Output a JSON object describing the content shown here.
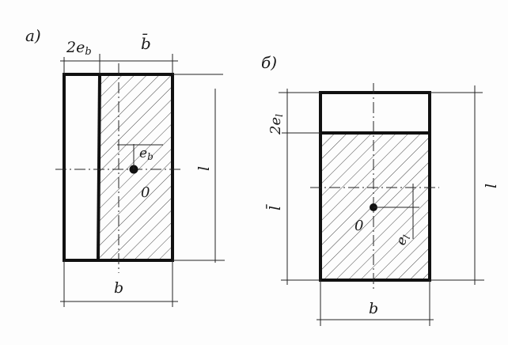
{
  "figure_a": {
    "label": "а)",
    "dim_top_left": "2e",
    "dim_top_left_sub": "b",
    "dim_top_right": "b̄",
    "eccentricity": "e",
    "eccentricity_sub": "b",
    "center": "0",
    "height": "l",
    "width": "b"
  },
  "figure_b": {
    "label": "б)",
    "dim_left_top": "2e",
    "dim_left_top_sub": "l",
    "dim_left_bottom": "l̄",
    "height": "l",
    "center": "0",
    "eccentricity": "e",
    "eccentricity_sub": "l",
    "width": "b"
  },
  "colors": {
    "ink": "#111111",
    "paper": "#fdfdfd"
  }
}
